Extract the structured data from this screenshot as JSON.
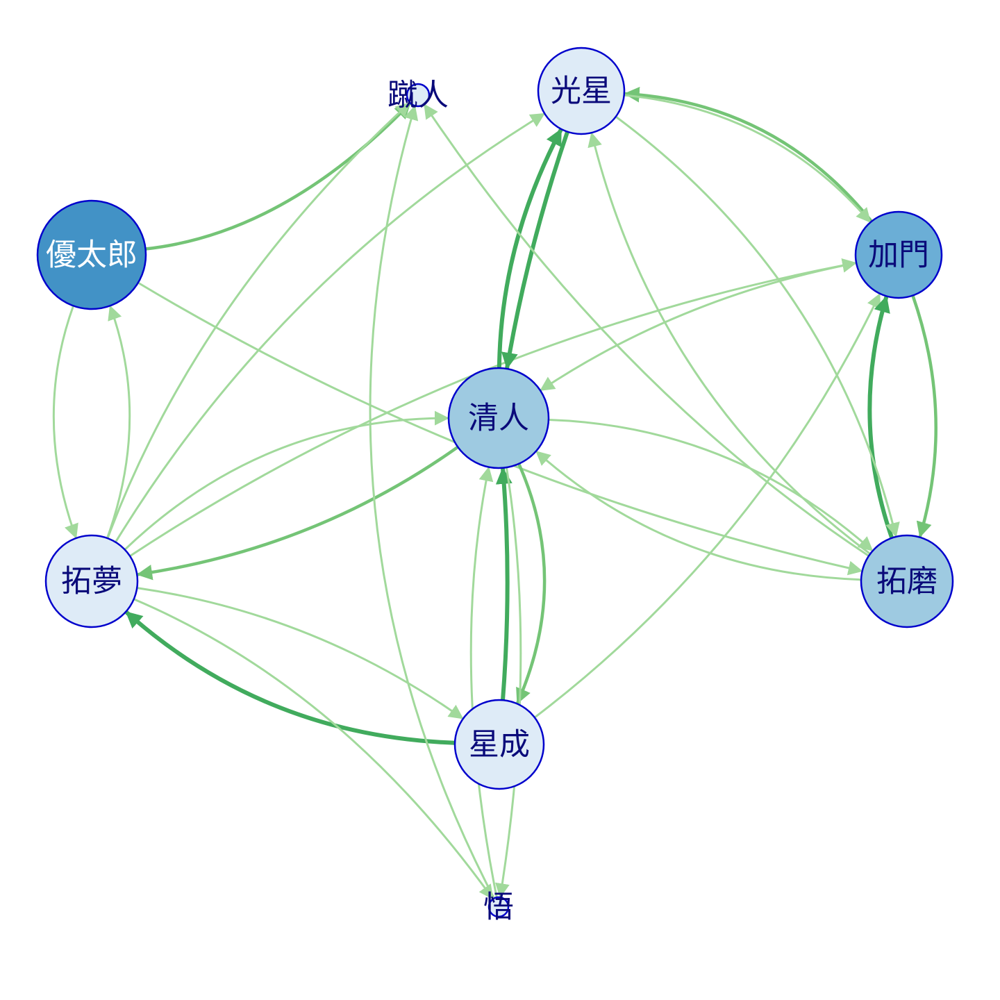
{
  "colors": {
    "node_stroke": "#0000cc",
    "label_dark": "#0a0a7a",
    "label_light": "#ffffff",
    "edge_light": "#a1d99b",
    "edge_mid": "#74c476",
    "edge_dark": "#41ab5d"
  },
  "nodes": [
    {
      "id": "yutaro",
      "label": "優太郎",
      "fill": "#4292c6",
      "label_color": "light"
    },
    {
      "id": "shunin",
      "label": "蹴人",
      "fill": "#deebf7",
      "label_color": "dark"
    },
    {
      "id": "kosei",
      "label": "光星",
      "fill": "#deebf7",
      "label_color": "dark"
    },
    {
      "id": "kamon",
      "label": "加門",
      "fill": "#6baed6",
      "label_color": "dark"
    },
    {
      "id": "kiyoto",
      "label": "清人",
      "fill": "#9ecae1",
      "label_color": "dark"
    },
    {
      "id": "takumu",
      "label": "拓夢",
      "fill": "#deebf7",
      "label_color": "dark"
    },
    {
      "id": "takuma",
      "label": "拓磨",
      "fill": "#9ecae1",
      "label_color": "dark"
    },
    {
      "id": "seisei",
      "label": "星成",
      "fill": "#deebf7",
      "label_color": "dark"
    },
    {
      "id": "satoru",
      "label": "悟",
      "fill": "#deebf7",
      "label_color": "dark"
    }
  ],
  "edges": [
    {
      "from": "yutaro",
      "to": "shunin",
      "weight": "mid"
    },
    {
      "from": "yutaro",
      "to": "takumu",
      "weight": "light"
    },
    {
      "from": "takumu",
      "to": "yutaro",
      "weight": "light"
    },
    {
      "from": "yutaro",
      "to": "takuma",
      "weight": "light"
    },
    {
      "from": "takumu",
      "to": "shunin",
      "weight": "light"
    },
    {
      "from": "takumu",
      "to": "kosei",
      "weight": "light"
    },
    {
      "from": "takumu",
      "to": "kiyoto",
      "weight": "light"
    },
    {
      "from": "kiyoto",
      "to": "takumu",
      "weight": "mid"
    },
    {
      "from": "takumu",
      "to": "kamon",
      "weight": "light"
    },
    {
      "from": "takumu",
      "to": "seisei",
      "weight": "light"
    },
    {
      "from": "seisei",
      "to": "takumu",
      "weight": "dark"
    },
    {
      "from": "seisei",
      "to": "kamon",
      "weight": "light"
    },
    {
      "from": "kiyoto",
      "to": "kosei",
      "weight": "dark"
    },
    {
      "from": "kosei",
      "to": "kiyoto",
      "weight": "dark"
    },
    {
      "from": "kiyoto",
      "to": "seisei",
      "weight": "mid"
    },
    {
      "from": "seisei",
      "to": "kiyoto",
      "weight": "dark"
    },
    {
      "from": "kiyoto",
      "to": "takuma",
      "weight": "light"
    },
    {
      "from": "takuma",
      "to": "kiyoto",
      "weight": "light"
    },
    {
      "from": "kamon",
      "to": "kiyoto",
      "weight": "light"
    },
    {
      "from": "kamon",
      "to": "kosei",
      "weight": "mid"
    },
    {
      "from": "kosei",
      "to": "kamon",
      "weight": "light"
    },
    {
      "from": "kamon",
      "to": "takuma",
      "weight": "mid"
    },
    {
      "from": "takuma",
      "to": "kamon",
      "weight": "dark"
    },
    {
      "from": "takuma",
      "to": "kosei",
      "weight": "light"
    },
    {
      "from": "kosei",
      "to": "takuma",
      "weight": "light"
    },
    {
      "from": "takuma",
      "to": "shunin",
      "weight": "light"
    },
    {
      "from": "satoru",
      "to": "shunin",
      "weight": "light"
    },
    {
      "from": "satoru",
      "to": "kiyoto",
      "weight": "light"
    },
    {
      "from": "kiyoto",
      "to": "satoru",
      "weight": "light"
    },
    {
      "from": "takumu",
      "to": "satoru",
      "weight": "light"
    }
  ]
}
